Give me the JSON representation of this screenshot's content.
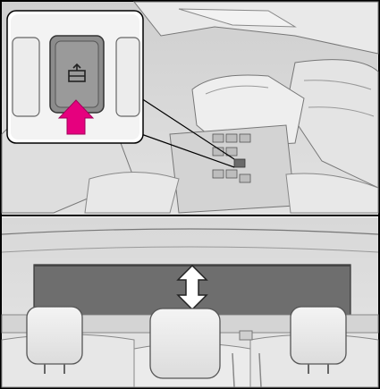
{
  "figure": {
    "top_panel": {
      "scene": "rear-center-console",
      "callout_icon": "sunshade-switch-icon",
      "indicator": "magenta-up-arrow",
      "colors": {
        "arrow": "#e6007e",
        "switch": "#8c8c8c",
        "background": "#d9d9d9"
      }
    },
    "bottom_panel": {
      "scene": "rear-window-sunshade",
      "indicator": "up-down-arrow",
      "colors": {
        "shade": "#6e6e6e",
        "arrow": "#ffffff"
      }
    }
  }
}
